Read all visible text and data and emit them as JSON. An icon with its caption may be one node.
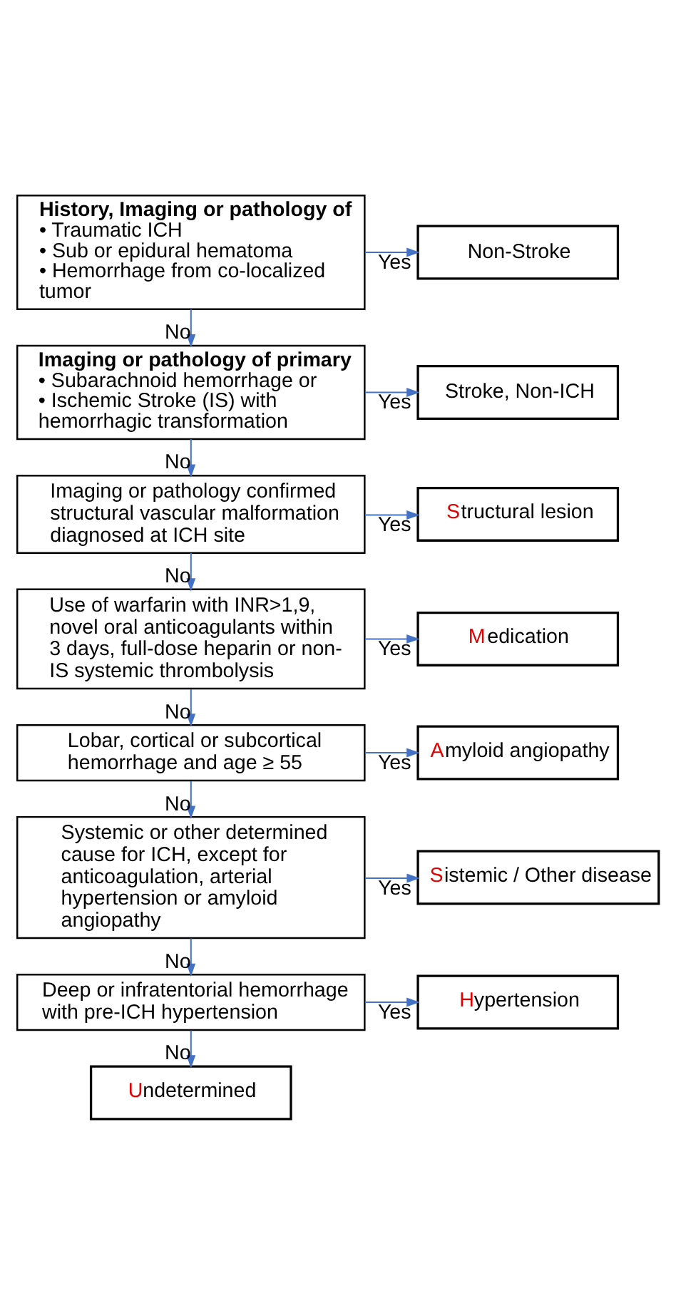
{
  "diagram": {
    "nodes": [
      {
        "text": [
          "History, Imaging or pathology of",
          "• Traumatic ICH",
          "• Sub or epidural hematoma",
          "• Hemorrhage from co-localized tumor"
        ]
      },
      {
        "text": [
          "Non-Stroke"
        ]
      },
      {
        "text": [
          "Imaging or pathology of primary",
          "• Subarachnoid hemorrhage or",
          "• Ischemic Stroke (IS) with hemorrhagic transformation"
        ]
      },
      {
        "text": [
          "Stroke, Non-ICH"
        ]
      },
      {
        "text": [
          "Imaging or pathology confirmed structural vascular malformation diagnosed at ICH site"
        ]
      },
      {
        "text": [
          "Structural lesion"
        ]
      },
      {
        "text": [
          "Use of warfarin with INR>1,9, novel oral anticoagulants within 3 days, full-dose heparin or non-IS systemic thrombolysis"
        ]
      },
      {
        "text": [
          "Medication"
        ]
      },
      {
        "text": [
          "Lobar, cortical or subcortical hemorrhage and age ≥ 55"
        ]
      },
      {
        "text": [
          "Amyloid angiopathy"
        ]
      },
      {
        "text": [
          "Systemic or other determined cause for ICH, except for anticoagulation, arterial hypertension or amyloid angiopathy"
        ]
      },
      {
        "text": [
          "Sistemic / Other disease"
        ]
      },
      {
        "text": [
          "Deep or infratentorial hemorrhage with pre-ICH hypertension"
        ]
      },
      {
        "text": [
          "Hypertension"
        ]
      },
      {
        "text": [
          "Undetermined"
        ]
      }
    ],
    "edges": [
      {
        "from": 0,
        "to": 1,
        "arrow": "to",
        "label": "Yes"
      },
      {
        "from": 0,
        "to": 2,
        "arrow": "to",
        "label": "No"
      },
      {
        "from": 2,
        "to": 3,
        "arrow": "to",
        "label": "Yes"
      },
      {
        "from": 2,
        "to": 4,
        "arrow": "to",
        "label": "No"
      },
      {
        "from": 4,
        "to": 5,
        "arrow": "to",
        "label": "Yes"
      },
      {
        "from": 4,
        "to": 6,
        "arrow": "to",
        "label": "No"
      },
      {
        "from": 6,
        "to": 7,
        "arrow": "to",
        "label": "Yes"
      },
      {
        "from": 6,
        "to": 8,
        "arrow": "to",
        "label": "No"
      },
      {
        "from": 8,
        "to": 9,
        "arrow": "to",
        "label": "Yes"
      },
      {
        "from": 8,
        "to": 10,
        "arrow": "to",
        "label": "No"
      },
      {
        "from": 10,
        "to": 11,
        "arrow": "to",
        "label": "Yes"
      },
      {
        "from": 10,
        "to": 12,
        "arrow": "to",
        "label": "No"
      },
      {
        "from": 12,
        "to": 13,
        "arrow": "to",
        "label": "Yes"
      },
      {
        "from": 12,
        "to": 14,
        "arrow": "to",
        "label": "No"
      }
    ]
  }
}
